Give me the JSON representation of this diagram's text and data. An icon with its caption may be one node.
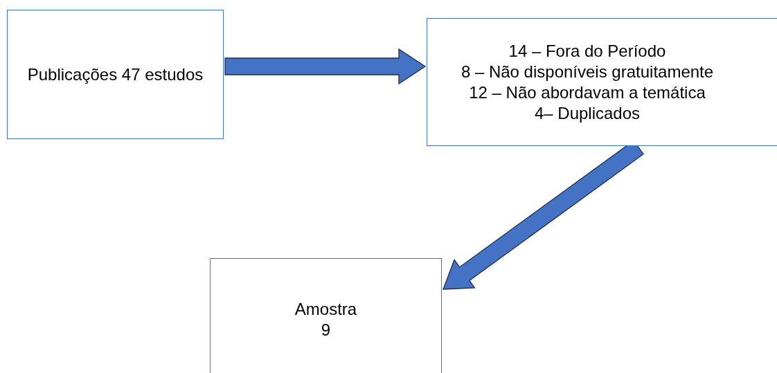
{
  "diagram": {
    "nodes": [
      {
        "text": [
          "Publicações 47 estudos"
        ]
      },
      {
        "text": [
          "14 – Fora do Período",
          "8 – Não disponíveis gratuitamente",
          "12 – Não abordavam a temática",
          "4– Duplicados"
        ]
      },
      {
        "text": [
          "Amostra",
          "9"
        ]
      }
    ],
    "edges": [
      {
        "from": 0,
        "to": 1,
        "arrow": "to"
      },
      {
        "from": 1,
        "to": 2,
        "arrow": "to"
      }
    ]
  }
}
